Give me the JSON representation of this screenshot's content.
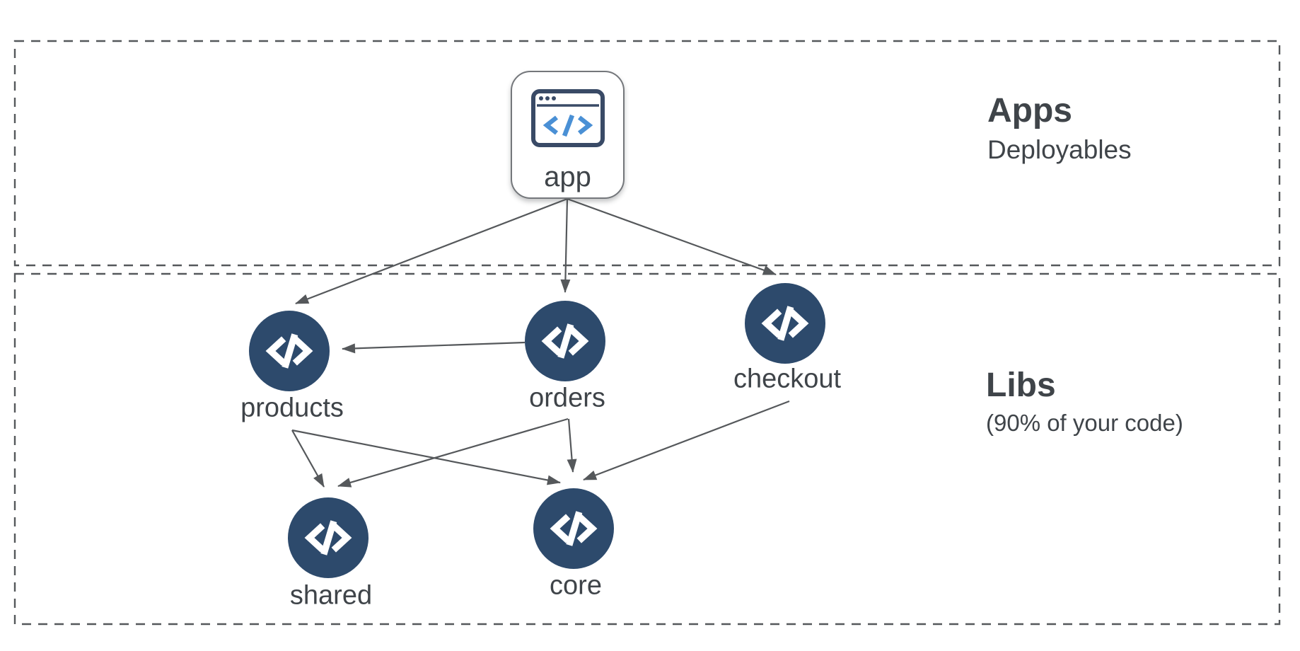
{
  "diagram": {
    "sections": [
      {
        "id": "apps",
        "title": "Apps",
        "subtitle": "Deployables"
      },
      {
        "id": "libs",
        "title": "Libs",
        "subtitle": "(90% of your code)"
      }
    ],
    "nodes": [
      {
        "id": "app",
        "label": "app",
        "type": "application",
        "icon": "browser-window-code-icon"
      },
      {
        "id": "products",
        "label": "products",
        "type": "library",
        "icon": "code-brackets-icon"
      },
      {
        "id": "orders",
        "label": "orders",
        "type": "library",
        "icon": "code-brackets-icon"
      },
      {
        "id": "checkout",
        "label": "checkout",
        "type": "library",
        "icon": "code-brackets-icon"
      },
      {
        "id": "shared",
        "label": "shared",
        "type": "library",
        "icon": "code-brackets-icon"
      },
      {
        "id": "core",
        "label": "core",
        "type": "library",
        "icon": "code-brackets-icon"
      }
    ],
    "edges": [
      {
        "from": "app",
        "to": "products"
      },
      {
        "from": "app",
        "to": "orders"
      },
      {
        "from": "app",
        "to": "checkout"
      },
      {
        "from": "orders",
        "to": "products"
      },
      {
        "from": "products",
        "to": "shared"
      },
      {
        "from": "products",
        "to": "core"
      },
      {
        "from": "orders",
        "to": "shared"
      },
      {
        "from": "orders",
        "to": "core"
      },
      {
        "from": "checkout",
        "to": "core"
      }
    ],
    "colors": {
      "library_fill": "#2d4a6c",
      "edge": "#55585b",
      "box_border": "#55585b",
      "label": "#3f4449",
      "icon_blue": "#4a90d5",
      "icon_outline": "#394a66",
      "card_background": "#ffffff"
    }
  }
}
